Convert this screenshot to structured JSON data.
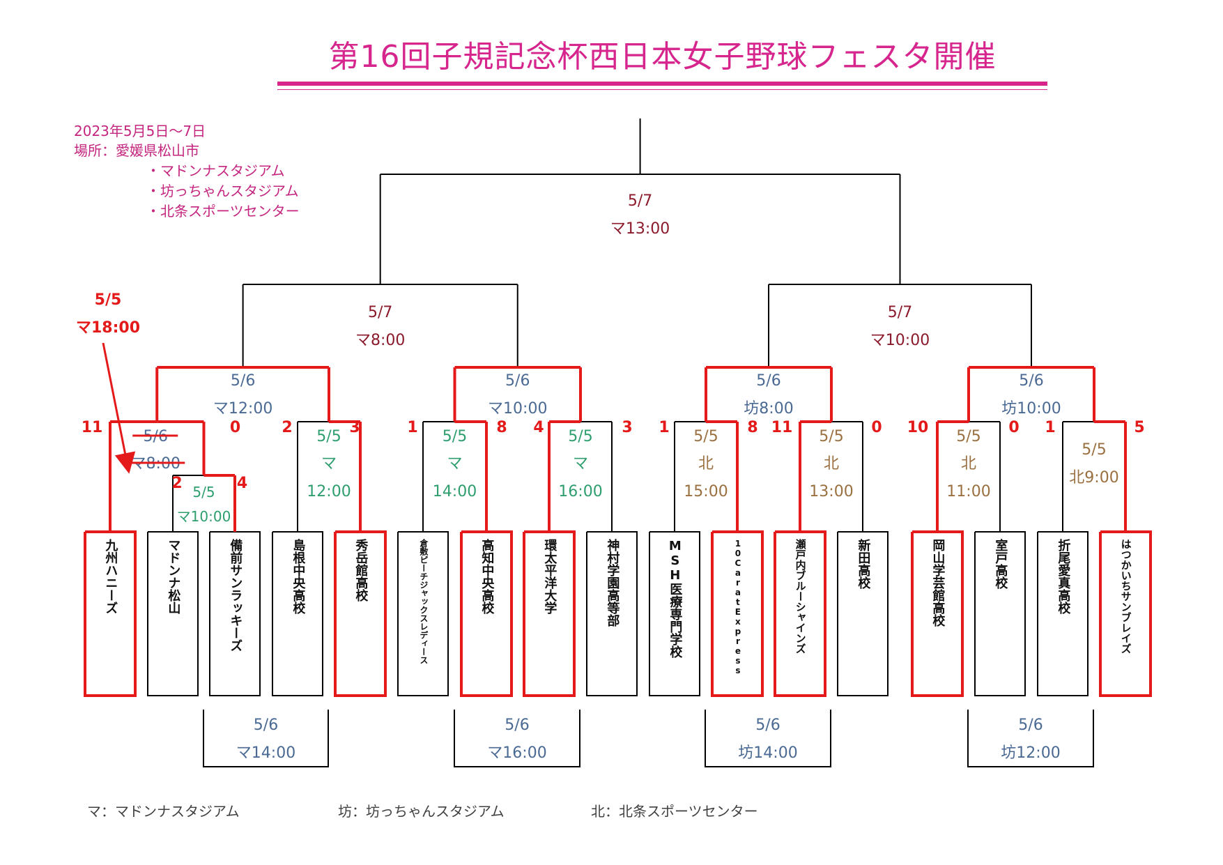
{
  "title": "第16回子規記念杯西日本女子野球フェスタ開催",
  "info": {
    "date": "2023年5月5日～7日",
    "venue_label": "場所：愛媛県松山市",
    "venues": [
      "・マドンナスタジアム",
      "・坊っちゃんスタジアム",
      "・北条スポーツセンター"
    ]
  },
  "legend": [
    "マ：マドンナスタジアム",
    "坊：坊っちゃんスタジアム",
    "北：北条スポーツセンター"
  ],
  "colors": {
    "title": "#d6268e",
    "winner_line": "#e41a1a",
    "bracket_line": "#000000",
    "final_round_time": "#8b1a2b",
    "round_5_6_time": "#4a6a94",
    "ma_5_5_time": "#2e9e6e",
    "kita_5_5_time": "#9a7040",
    "annotation": "#e41a1a"
  },
  "teams": [
    {
      "name": "九州ハニーズ",
      "winner": true
    },
    {
      "name": "マドンナ松山",
      "winner": false
    },
    {
      "name": "備前サンラッキーズ",
      "winner": false
    },
    {
      "name": "島根中央高校",
      "winner": false
    },
    {
      "name": "秀岳館高校",
      "winner": true
    },
    {
      "name": "倉敷ピーチジャックスレディース",
      "winner": false
    },
    {
      "name": "高知中央高校",
      "winner": true
    },
    {
      "name": "環太平洋大学",
      "winner": true
    },
    {
      "name": "神村学園高等部",
      "winner": false
    },
    {
      "name": "MSH医療専門学校",
      "winner": false
    },
    {
      "name": "10CaratExpress",
      "winner": true
    },
    {
      "name": "瀬戸内ブルーシャインズ",
      "winner": true
    },
    {
      "name": "新田高校",
      "winner": false
    },
    {
      "name": "岡山学芸館高校",
      "winner": true
    },
    {
      "name": "室戸高校",
      "winner": false
    },
    {
      "name": "折尾愛真高校",
      "winner": false
    },
    {
      "name": "はつかいちサンブレイズ",
      "winner": true
    }
  ],
  "matches": {
    "final": {
      "date": "5/7",
      "time": "マ13:00"
    },
    "semi_left": {
      "date": "5/7",
      "time": "マ8:00"
    },
    "semi_right": {
      "date": "5/7",
      "time": "マ10:00"
    },
    "qf1": {
      "date": "5/6",
      "time": "マ12:00"
    },
    "qf2": {
      "date": "5/6",
      "time": "マ10:00"
    },
    "qf3": {
      "date": "5/6",
      "time": "坊8:00"
    },
    "qf4": {
      "date": "5/6",
      "time": "坊10:00"
    },
    "r1_m1": {
      "date": "5/6",
      "time": "マ8:00",
      "struck": true,
      "actual_date": "5/5",
      "actual_time": "マ18:00",
      "score_left": "11",
      "score_right": "0"
    },
    "r0_m1": {
      "date": "5/5",
      "time": "マ10:00",
      "score_left": "2",
      "score_right": "4"
    },
    "r1_m2": {
      "date": "5/5",
      "venue": "マ",
      "time": "12:00",
      "score_left": "2",
      "score_right": "3"
    },
    "r1_m3": {
      "date": "5/5",
      "venue": "マ",
      "time": "14:00",
      "score_left": "1",
      "score_right": "8"
    },
    "r1_m4": {
      "date": "5/5",
      "venue": "マ",
      "time": "16:00",
      "score_left": "4",
      "score_right": "3"
    },
    "r1_m5": {
      "date": "5/5",
      "venue": "北",
      "time": "15:00",
      "score_left": "1",
      "score_right": "8"
    },
    "r1_m6": {
      "date": "5/5",
      "venue": "北",
      "time": "13:00",
      "score_left": "11",
      "score_right": "0"
    },
    "r1_m7": {
      "date": "5/5",
      "venue": "北",
      "time": "11:00",
      "score_left": "10",
      "score_right": "0"
    },
    "r1_m8": {
      "date": "5/5",
      "time": "北9:00",
      "score_left": "1",
      "score_right": "5"
    },
    "cons1": {
      "date": "5/6",
      "time": "マ14:00"
    },
    "cons2": {
      "date": "5/6",
      "time": "マ16:00"
    },
    "cons3": {
      "date": "5/6",
      "time": "坊14:00"
    },
    "cons4": {
      "date": "5/6",
      "time": "坊12:00"
    }
  }
}
